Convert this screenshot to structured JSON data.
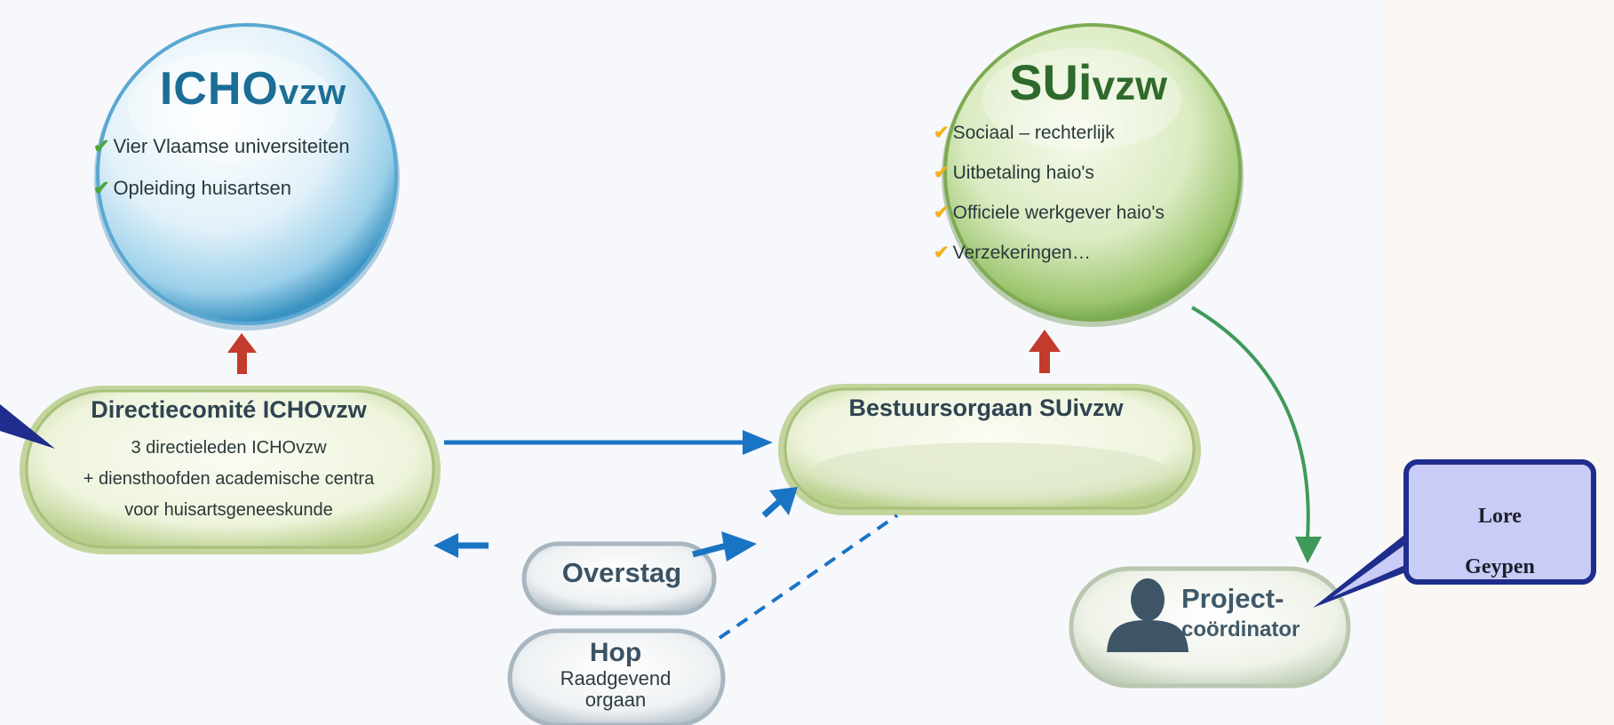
{
  "icho": {
    "title_main": "ICHO",
    "title_suffix": "vzw",
    "items": [
      "Vier Vlaamse universiteiten",
      "Opleiding huisartsen"
    ]
  },
  "sui": {
    "title_main": "SUi",
    "title_suffix": "vzw",
    "items": [
      "Sociaal – rechterlijk",
      "Uitbetaling haio's",
      "Officiele werkgever haio's",
      "Verzekeringen…"
    ]
  },
  "directiecomite": {
    "title": "Directiecomité ICHOvzw",
    "line1": "3 directieleden ICHOvzw",
    "line2": "+ diensthoofden academische centra",
    "line3": "voor huisartsgeneeskunde"
  },
  "bestuursorgaan": {
    "title": "Bestuursorgaan SUivzw"
  },
  "overstag": {
    "label": "Overstag"
  },
  "hop": {
    "label": "Hop",
    "sub1": "Raadgevend",
    "sub2": "orgaan"
  },
  "projectcoordinator": {
    "line1": "Project-",
    "line2": "coördinator"
  },
  "callout": {
    "line1": "Lore",
    "line2": "Geypen"
  },
  "icons": {
    "check": "✔",
    "person": "person-silhouette-icon"
  },
  "colors": {
    "icho_blue": "#1b6e95",
    "sui_green": "#2f6a2c",
    "arrow_red": "#c23b2c",
    "arrow_blue": "#1a74c4",
    "arrow_green": "#3f9a5a",
    "callout_fill": "#c8ccf6",
    "callout_border": "#1f2d8c"
  }
}
